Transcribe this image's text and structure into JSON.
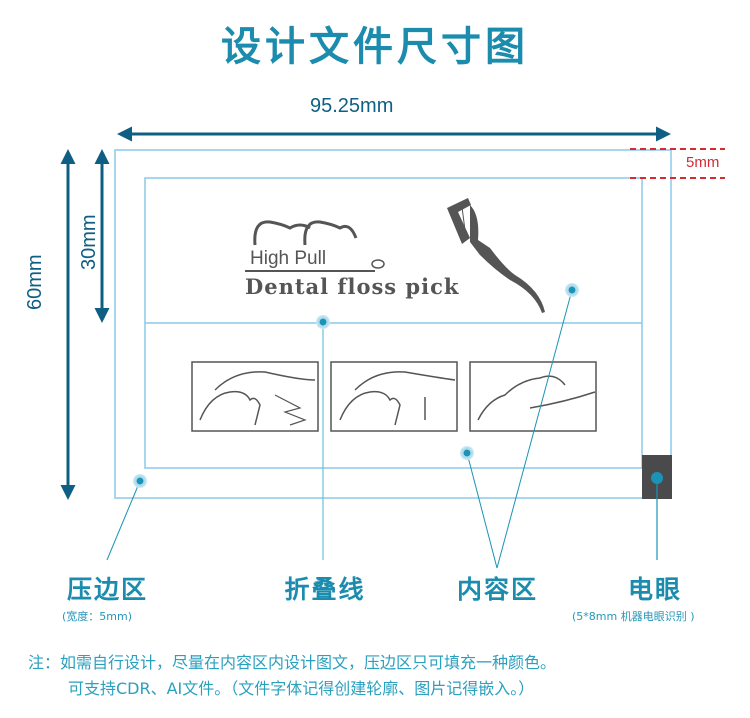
{
  "title": "设计文件尺寸图",
  "dimensions": {
    "width": "95.25mm",
    "height_total": "60mm",
    "height_half": "30mm",
    "bleed": "5mm"
  },
  "product": {
    "brand_line1": "High Pull",
    "brand_line2": "Dental floss pick"
  },
  "labels": [
    {
      "title": "压边区",
      "sub": "(宽度：5mm)"
    },
    {
      "title": "折叠线",
      "sub": ""
    },
    {
      "title": "内容区",
      "sub": ""
    },
    {
      "title": "电眼",
      "sub": "(5*8mm 机器电眼识别 )"
    }
  ],
  "note": {
    "line1": "注：如需自行设计，尽量在内容区内设计图文，压边区只可填充一种颜色。",
    "line2": "可支持CDR、AI文件。（文件字体记得创建轮廓、图片记得嵌入。）"
  },
  "colors": {
    "accent": "#1b8cae",
    "dimension": "#0f5f84",
    "outline": "#8cc8ea",
    "bleed": "#d62b33",
    "eye_mark": "#4a4a4c"
  }
}
